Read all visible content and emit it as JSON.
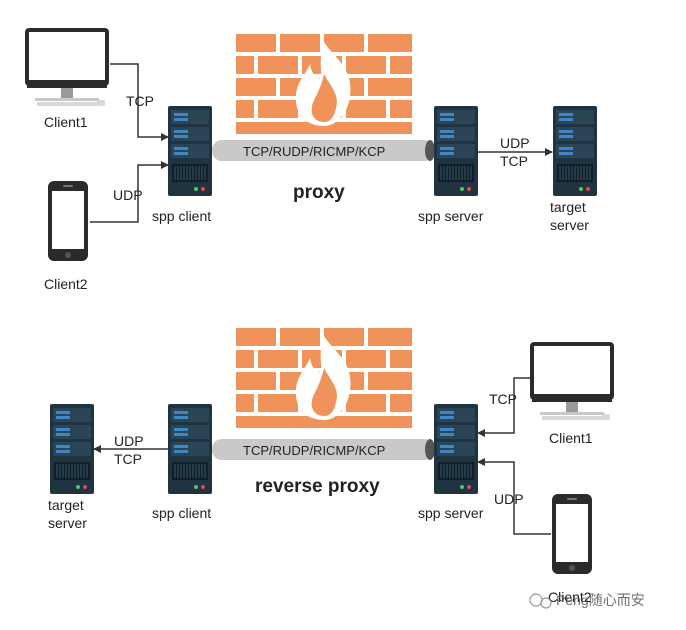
{
  "top": {
    "title": "proxy",
    "tunnel": "TCP/RUDP/RICMP/KCP",
    "client1": "Client1",
    "client2": "Client2",
    "tcp": "TCP",
    "udp": "UDP",
    "spp_client": "spp client",
    "spp_server": "spp server",
    "udp_tcp_1": "UDP",
    "udp_tcp_2": "TCP",
    "target_1": "target",
    "target_2": "server"
  },
  "bottom": {
    "title": "reverse proxy",
    "tunnel": "TCP/RUDP/RICMP/KCP",
    "client1": "Client1",
    "client2": "Client2",
    "tcp": "TCP",
    "udp": "UDP",
    "spp_client": "spp client",
    "spp_server": "spp server",
    "udp_tcp_1": "UDP",
    "udp_tcp_2": "TCP",
    "target_1": "target",
    "target_2": "server"
  },
  "watermark": "Peng随心而安",
  "colors": {
    "firewall": "#F0935A",
    "flame": "#FFFFFF",
    "server": "#1F3340",
    "server_accent": "#3E86C4",
    "tunnel": "#C9C9C9",
    "line": "#333333"
  }
}
